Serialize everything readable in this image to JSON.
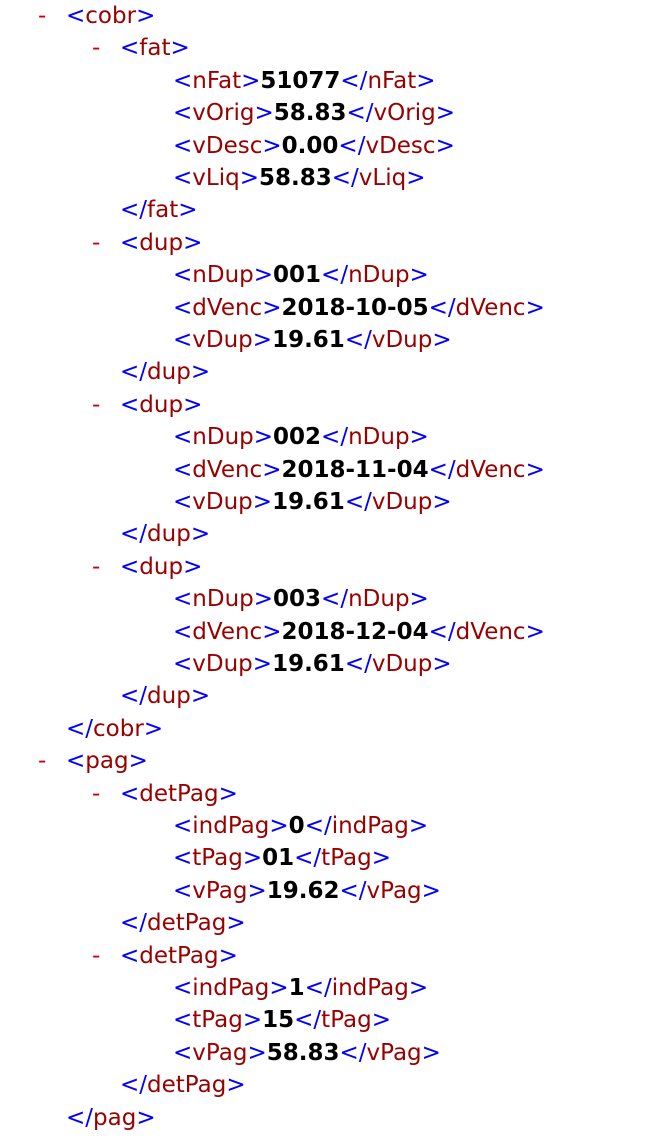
{
  "colors": {
    "bracket": "#0000ff",
    "tag_name": "#990000",
    "value": "#000000",
    "toggle": "#cc0000"
  },
  "lines": [
    {
      "kind": "open",
      "toggle": "-",
      "tag": "cobr"
    },
    {
      "kind": "open",
      "toggle": "-",
      "tag": "fat"
    },
    {
      "kind": "leaf",
      "tag": "nFat",
      "value": "51077"
    },
    {
      "kind": "leaf",
      "tag": "vOrig",
      "value": "58.83"
    },
    {
      "kind": "leaf",
      "tag": "vDesc",
      "value": "0.00"
    },
    {
      "kind": "leaf",
      "tag": "vLiq",
      "value": "58.83"
    },
    {
      "kind": "close",
      "tag": "fat"
    },
    {
      "kind": "open",
      "toggle": "-",
      "tag": "dup"
    },
    {
      "kind": "leaf",
      "tag": "nDup",
      "value": "001"
    },
    {
      "kind": "leaf",
      "tag": "dVenc",
      "value": "2018-10-05"
    },
    {
      "kind": "leaf",
      "tag": "vDup",
      "value": "19.61"
    },
    {
      "kind": "close",
      "tag": "dup"
    },
    {
      "kind": "open",
      "toggle": "-",
      "tag": "dup"
    },
    {
      "kind": "leaf",
      "tag": "nDup",
      "value": "002"
    },
    {
      "kind": "leaf",
      "tag": "dVenc",
      "value": "2018-11-04"
    },
    {
      "kind": "leaf",
      "tag": "vDup",
      "value": "19.61"
    },
    {
      "kind": "close",
      "tag": "dup"
    },
    {
      "kind": "open",
      "toggle": "-",
      "tag": "dup"
    },
    {
      "kind": "leaf",
      "tag": "nDup",
      "value": "003"
    },
    {
      "kind": "leaf",
      "tag": "dVenc",
      "value": "2018-12-04"
    },
    {
      "kind": "leaf",
      "tag": "vDup",
      "value": "19.61"
    },
    {
      "kind": "close",
      "tag": "dup"
    },
    {
      "kind": "close",
      "tag": "cobr"
    },
    {
      "kind": "open",
      "toggle": "-",
      "tag": "pag"
    },
    {
      "kind": "open",
      "toggle": "-",
      "tag": "detPag"
    },
    {
      "kind": "leaf",
      "tag": "indPag",
      "value": "0"
    },
    {
      "kind": "leaf",
      "tag": "tPag",
      "value": "01"
    },
    {
      "kind": "leaf",
      "tag": "vPag",
      "value": "19.62"
    },
    {
      "kind": "close",
      "tag": "detPag"
    },
    {
      "kind": "open",
      "toggle": "-",
      "tag": "detPag"
    },
    {
      "kind": "leaf",
      "tag": "indPag",
      "value": "1"
    },
    {
      "kind": "leaf",
      "tag": "tPag",
      "value": "15"
    },
    {
      "kind": "leaf",
      "tag": "vPag",
      "value": "58.83"
    },
    {
      "kind": "close",
      "tag": "detPag"
    },
    {
      "kind": "close",
      "tag": "pag"
    }
  ]
}
